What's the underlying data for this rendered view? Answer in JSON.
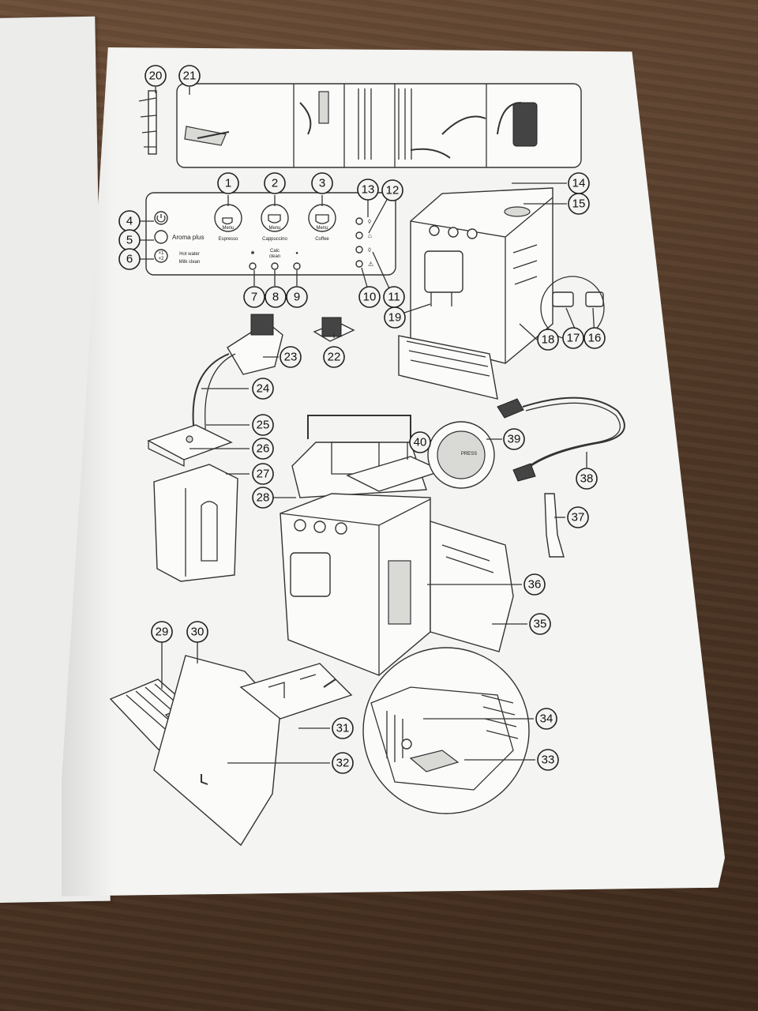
{
  "document": {
    "type": "coffee machine parts overview",
    "callouts": [
      "1",
      "2",
      "3",
      "4",
      "5",
      "6",
      "7",
      "8",
      "9",
      "10",
      "11",
      "12",
      "13",
      "14",
      "15",
      "16",
      "17",
      "18",
      "19",
      "20",
      "21",
      "22",
      "23",
      "24",
      "25",
      "26",
      "27",
      "28",
      "29",
      "30",
      "31",
      "32",
      "33",
      "34",
      "35",
      "36",
      "37",
      "38",
      "39",
      "40"
    ]
  },
  "control_panel": {
    "buttons": [
      {
        "menu": "Menu",
        "label": "Espresso"
      },
      {
        "menu": "Menu",
        "label": "Cappuccino"
      },
      {
        "menu": "Menu",
        "label": "Coffee"
      }
    ],
    "aroma_label": "Aroma plus",
    "hot_water_label": "Hot water",
    "milk_clean_label": "Milk clean",
    "calc_label_1": "Calc",
    "calc_label_2": "clean",
    "x1_label": "×1",
    "x2_label": "×2"
  },
  "brew_group": {
    "press_label": "PRESS"
  },
  "icons": [
    "power-icon",
    "aroma-beans-icon",
    "cup-size-icon",
    "descale-icon",
    "water-drop-icon",
    "warning-icon",
    "no-water-icon",
    "grounds-icon",
    "no-beans-icon"
  ]
}
